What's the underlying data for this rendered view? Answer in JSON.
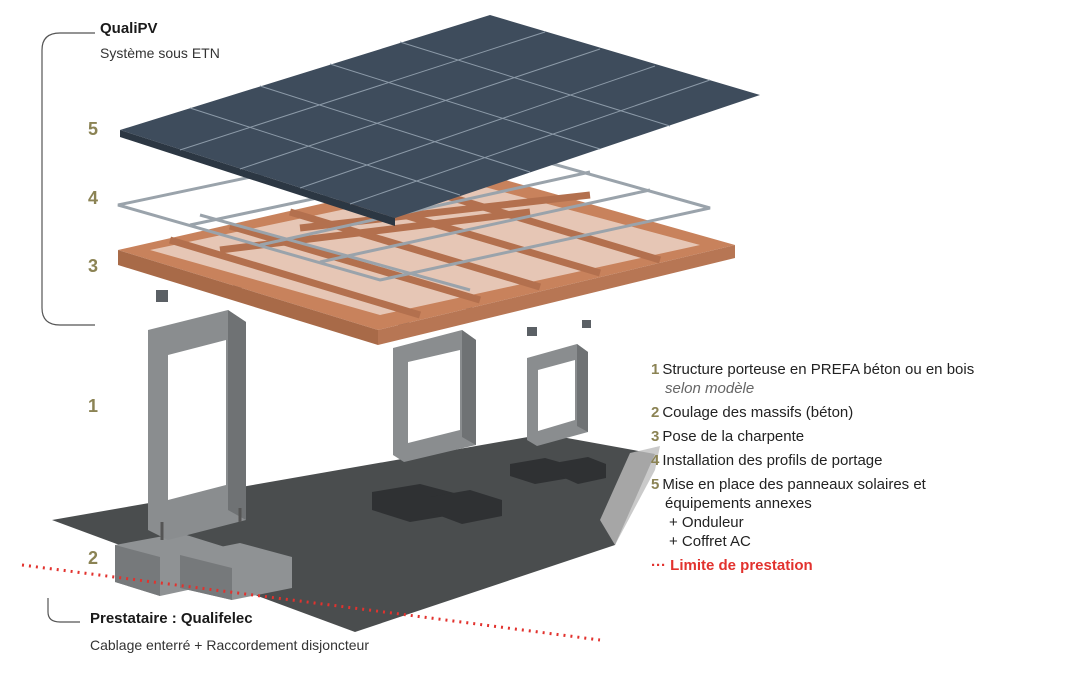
{
  "qualipv": {
    "title": "QualiPV",
    "subtitle": "Système sous ETN"
  },
  "prestataire": {
    "title": "Prestataire : Qualifelec",
    "subtitle": "Cablage enterré + Raccordement disjoncteur"
  },
  "side_numbers": [
    "5",
    "4",
    "3",
    "1",
    "2"
  ],
  "legend": {
    "item1": {
      "num": "1",
      "text": "Structure porteuse en PREFA béton ou en bois",
      "note": "selon modèle"
    },
    "item2": {
      "num": "2",
      "text": "Coulage des massifs (béton)"
    },
    "item3": {
      "num": "3",
      "text": "Pose de la charpente"
    },
    "item4": {
      "num": "4",
      "text": "Installation des profils de portage"
    },
    "item5": {
      "num": "5",
      "text": "Mise en place des panneaux solaires et",
      "text2": "équipements annexes",
      "extra1": "+ Onduleur",
      "extra2": "+ Coffret AC"
    },
    "limit": {
      "marker": "···",
      "text": "Limite de prestation"
    }
  },
  "colors": {
    "accent_number": "#8b8354",
    "limit_red": "#e2322e",
    "wood": "#c8825c",
    "panel": "#3e4c5c",
    "concrete": "#8a8d8f",
    "ground": "#4a4d4e"
  }
}
